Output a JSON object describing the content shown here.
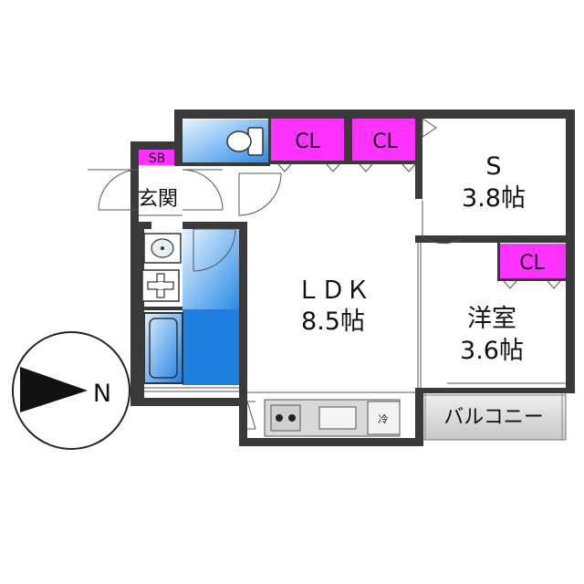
{
  "rooms": {
    "ldk": {
      "label": "ＬＤＫ",
      "size": "8.5帖"
    },
    "s_room": {
      "label": "S",
      "size": "3.8帖"
    },
    "western": {
      "label": "洋室",
      "size": "3.6帖"
    },
    "entrance": {
      "label": "玄関"
    },
    "balcony": {
      "label": "バルコニー"
    }
  },
  "closets": {
    "cl1": "CL",
    "cl2": "CL",
    "cl3": "CL",
    "shoe_box": "SB"
  },
  "fridge": {
    "label": "冷"
  },
  "compass": {
    "direction": "N"
  },
  "colors": {
    "wall": "#3a3a3a",
    "closet": "#ff33ff",
    "water": "#1e7fe0",
    "balcony": "#d6d6d6"
  }
}
